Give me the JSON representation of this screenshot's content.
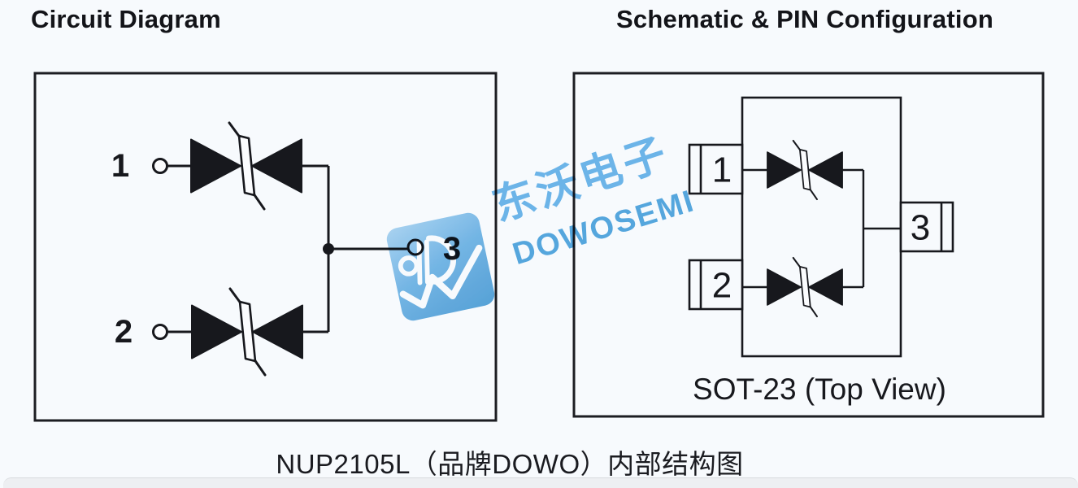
{
  "page": {
    "background_color": "#f7fafd",
    "line_color": "#17181d",
    "caption": "NUP2105L（品牌DOWO）内部结构图"
  },
  "left_panel": {
    "title": "Circuit Diagram",
    "pin1_label": "1",
    "pin2_label": "2",
    "pin3_label": "3"
  },
  "right_panel": {
    "title": "Schematic & PIN Configuration",
    "package_label": "SOT-23 (Top View)",
    "pin1_label": "1",
    "pin2_label": "2",
    "pin3_label": "3"
  },
  "watermark": {
    "chinese_text": "东沃电子",
    "english_text": "DOWOSEMI",
    "logo_icon": "dowo-logo-zigzag-icon",
    "blue_light": "#6fb5e5",
    "blue_dark": "#4f9fd6",
    "text_blue_cn": "#5fb0e8",
    "text_blue_en": "#46a0dc"
  }
}
